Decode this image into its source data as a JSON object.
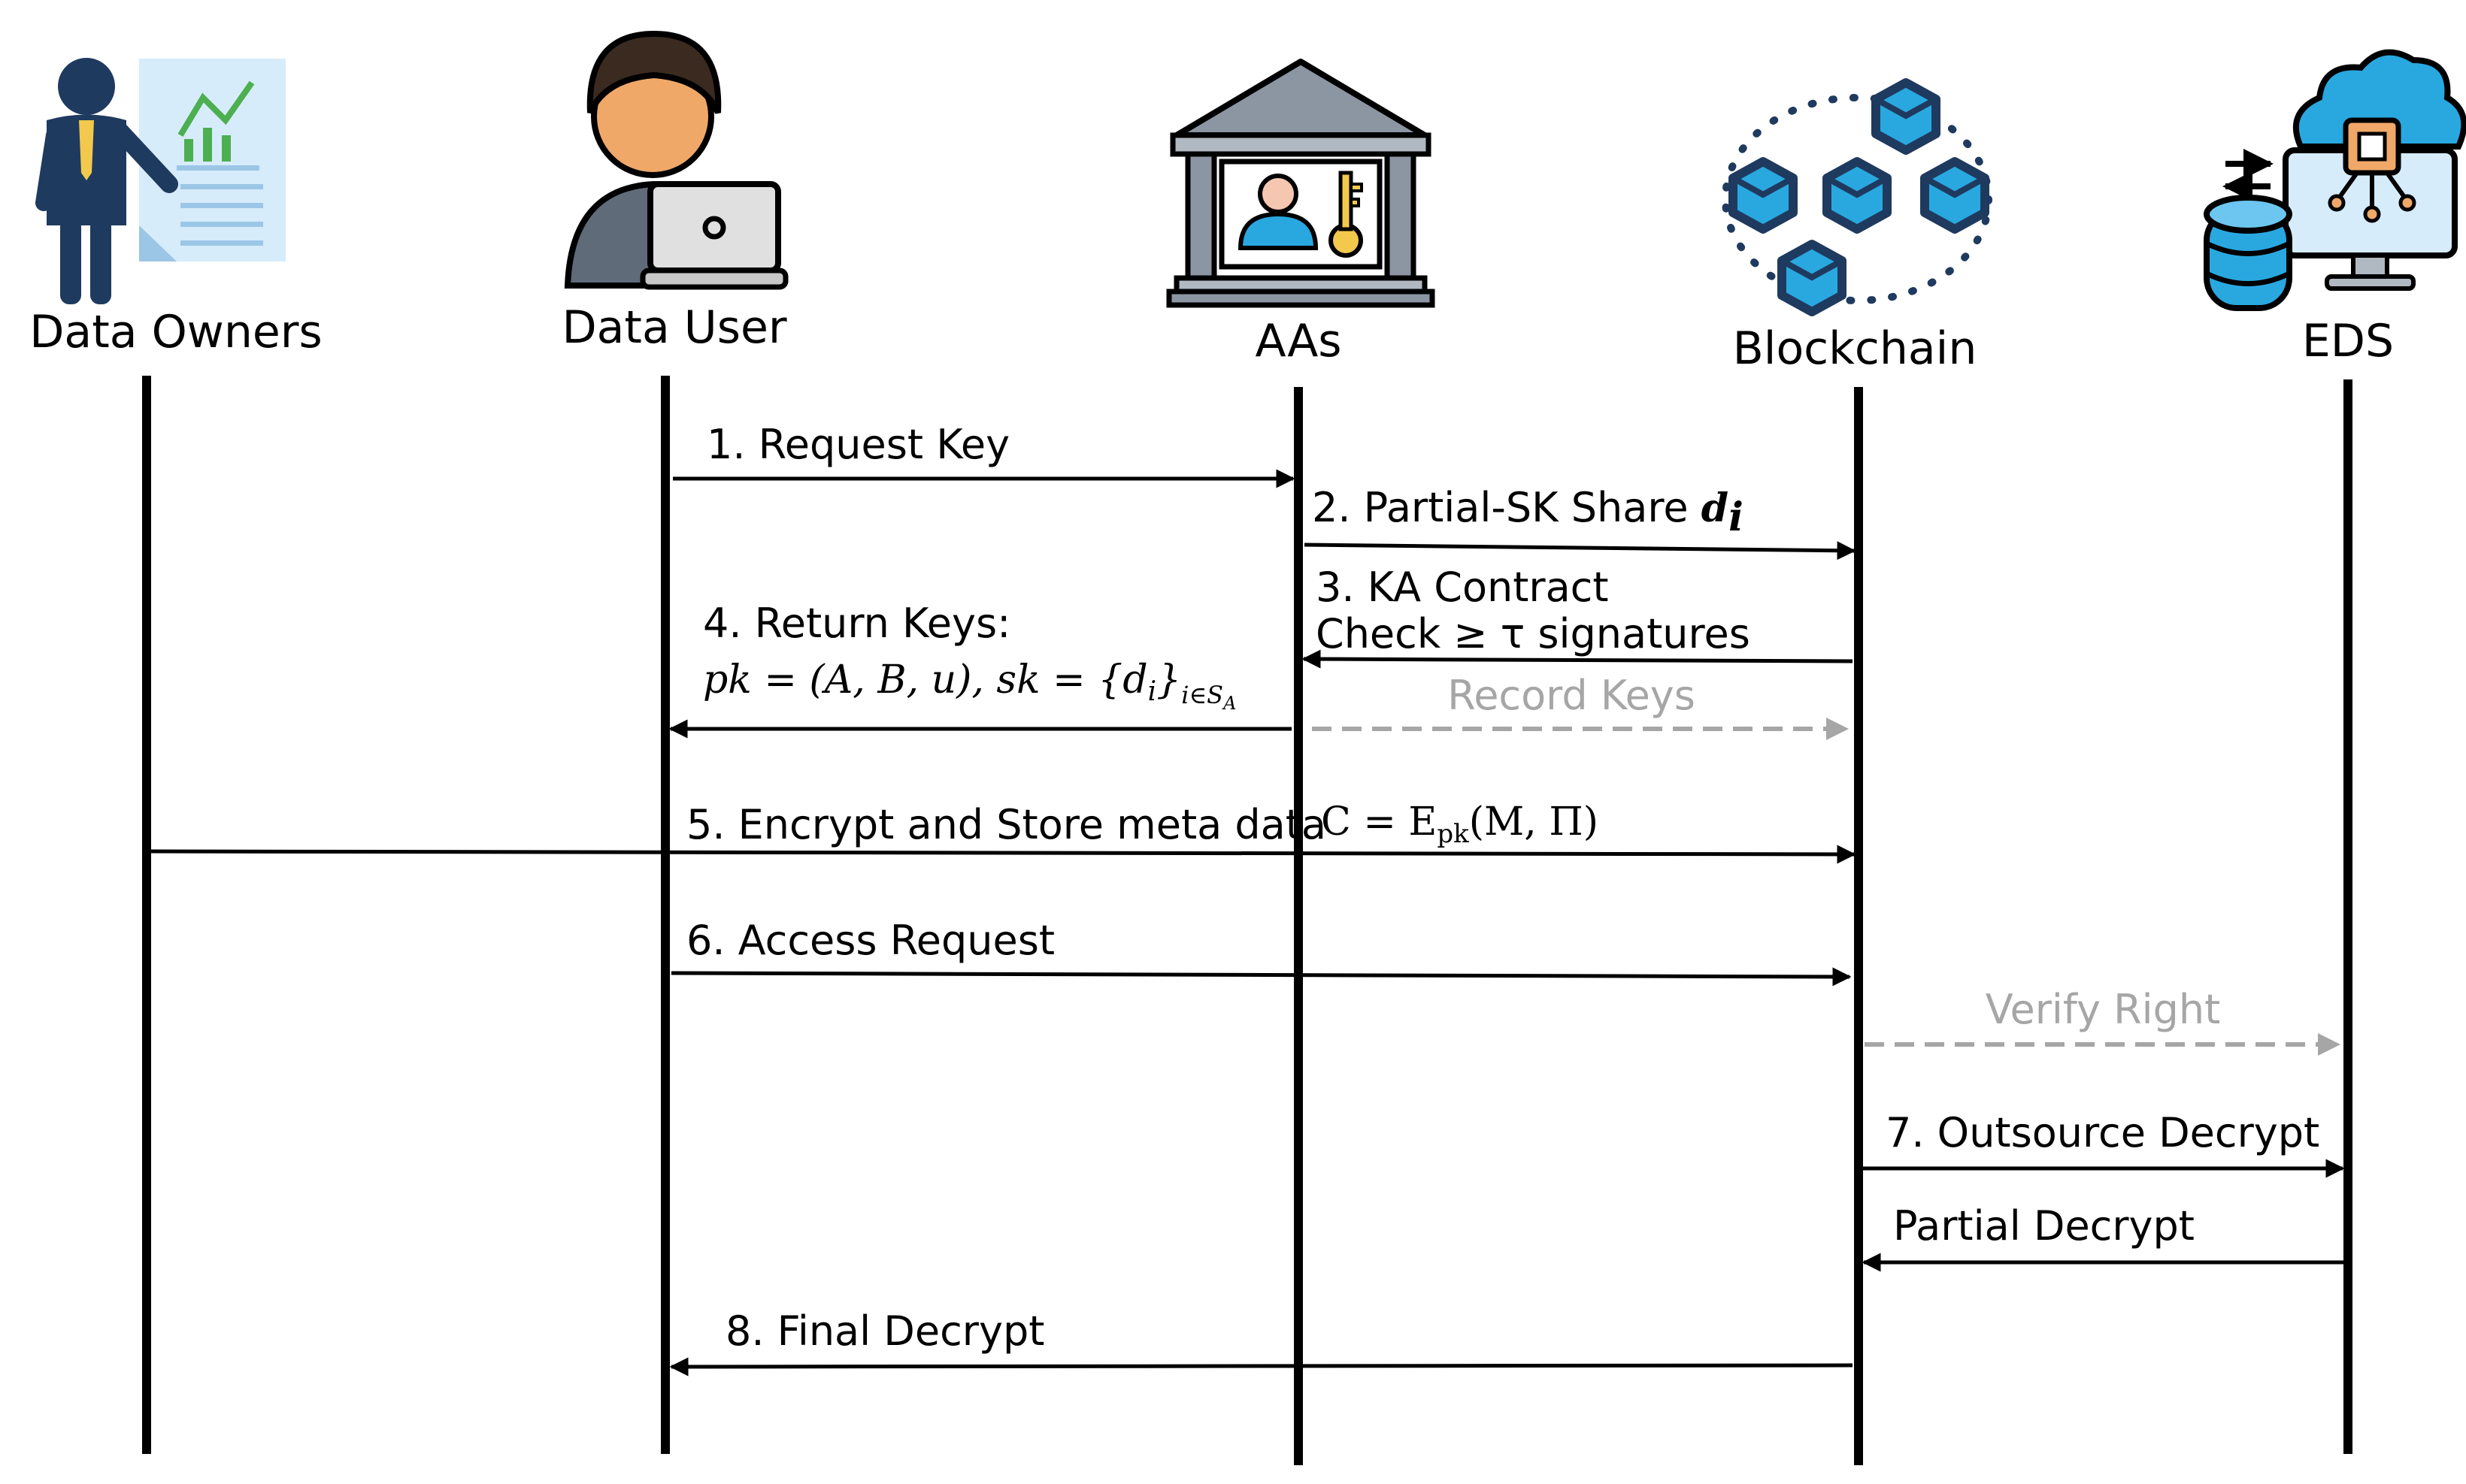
{
  "actors": [
    {
      "name": "Data Owners",
      "icon": "data-owner-icon"
    },
    {
      "name": "Data User",
      "icon": "data-user-icon"
    },
    {
      "name": "AAs",
      "icon": "authority-building-icon"
    },
    {
      "name": "Blockchain",
      "icon": "blockchain-icon"
    },
    {
      "name": "EDS",
      "icon": "cloud-server-icon"
    }
  ],
  "messages": {
    "m1": "1. Request Key",
    "m2": "2. Partial-SK Share",
    "m2_var": "d",
    "m2_sub": "i",
    "m3_line1": "3. KA Contract",
    "m3_line2": "Check ≥ τ signatures",
    "m4": "4. Return Keys:",
    "m4_formula": "pk = (A, B, u),  sk = {d",
    "m4_formula_sub": "i",
    "m4_formula_close": "}",
    "m4_formula_index": "i∈S",
    "m4_formula_index_sub": "A",
    "record_keys": "Record Keys",
    "m5": "5. Encrypt and Store meta data",
    "m5_formula_c": "C = E",
    "m5_formula_sub": "pk",
    "m5_formula_args": "(M, Π)",
    "m6": "6. Access Request",
    "verify_right": "Verify Right",
    "m7": "7. Outsource Decrypt",
    "partial_decrypt": "Partial Decrypt",
    "m8": "8. Final Decrypt"
  },
  "colors": {
    "line": "#000000",
    "dashed": "#a6a6a6",
    "skin": "#f0a868",
    "navy": "#1f3a5f",
    "cyan": "#29a8e0",
    "paper": "#d6ecfa",
    "chart_green": "#4caf50",
    "gray_building": "#8c96a3",
    "key_yellow": "#f2c94c"
  }
}
